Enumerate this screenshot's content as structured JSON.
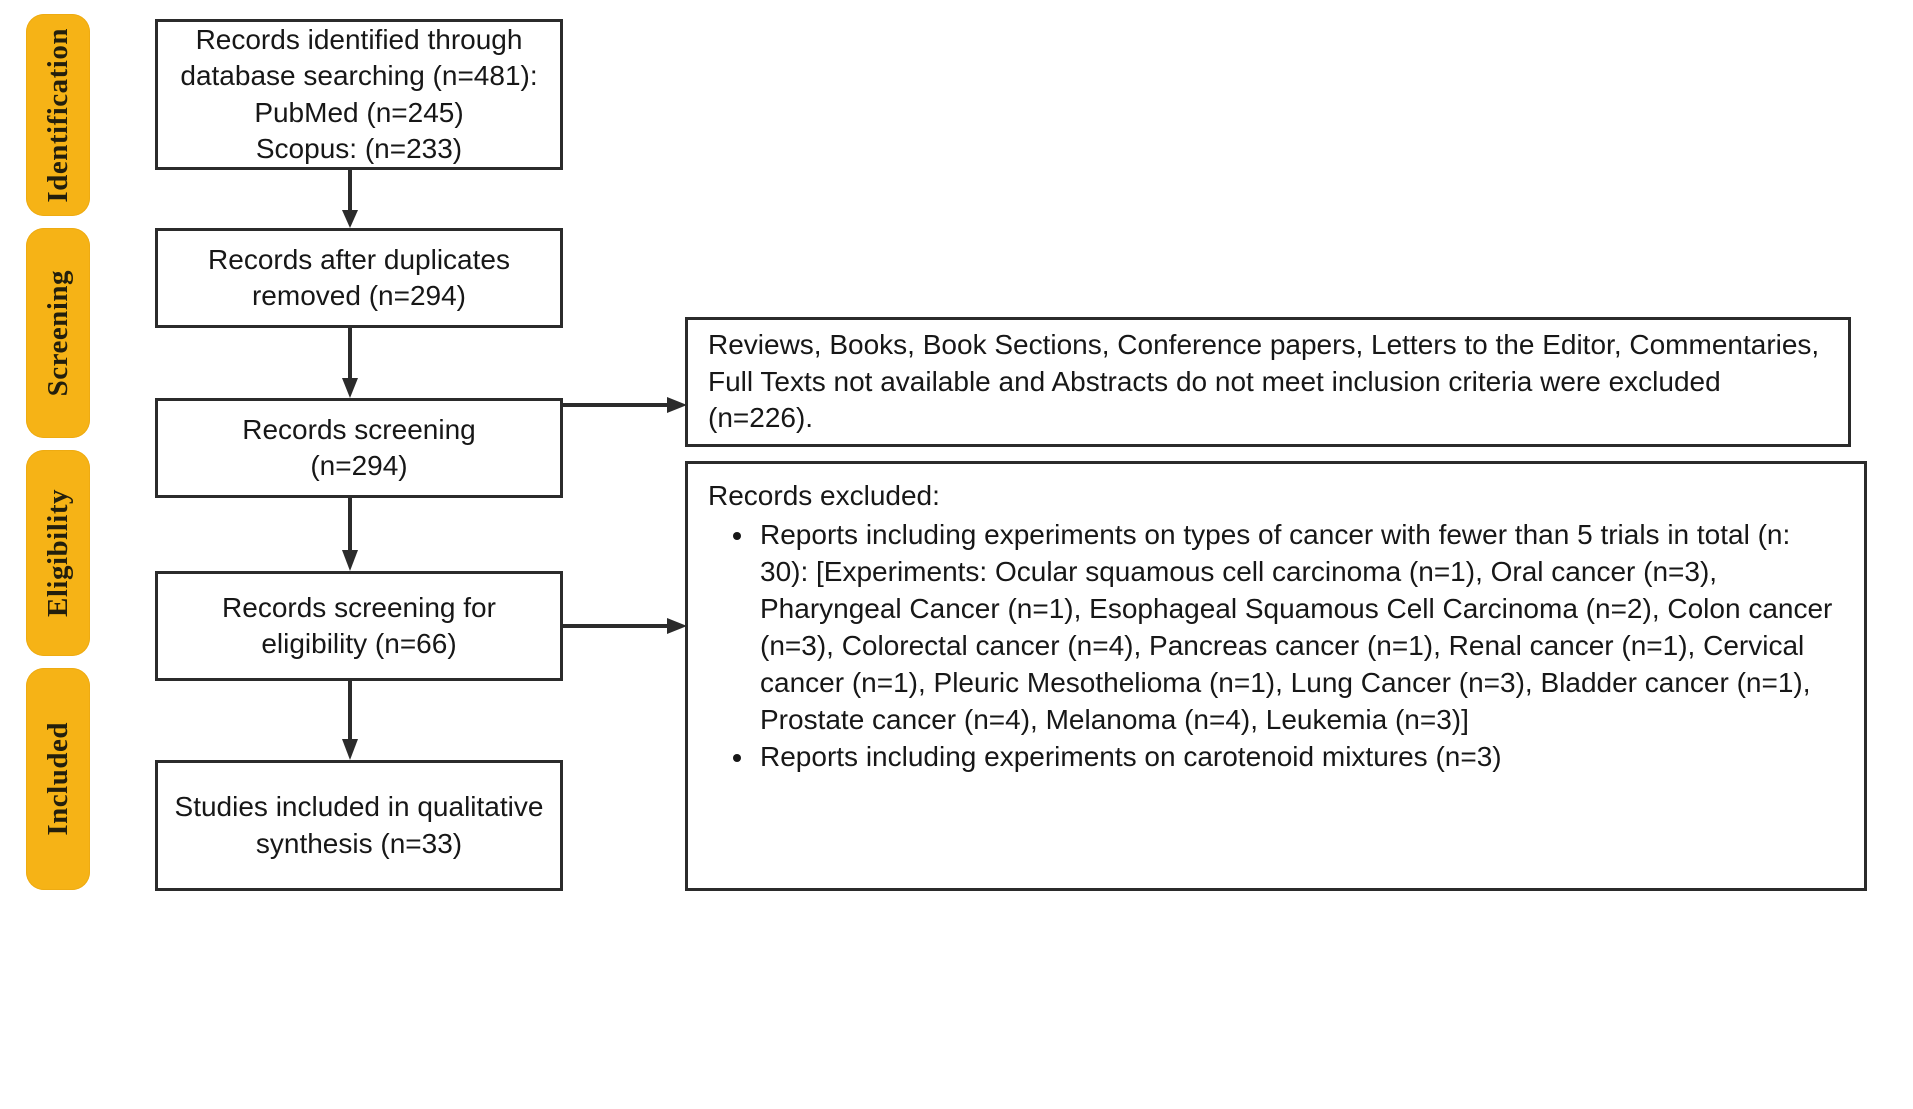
{
  "diagram": {
    "title": "PRISMA study selection flow diagram",
    "colors": {
      "stage_bar": "#F6B316",
      "box_border": "#2B2B2B",
      "text": "#171717",
      "background": "#FFFFFF"
    }
  },
  "stages": [
    {
      "id": "identification",
      "label": "Identification"
    },
    {
      "id": "screening",
      "label": "Screening"
    },
    {
      "id": "eligibility",
      "label": "Eligibility"
    },
    {
      "id": "included",
      "label": "Included"
    }
  ],
  "flow_boxes": [
    {
      "id": "records-identified",
      "text": "Records identified through\ndatabase searching (n=481):\nPubMed (n=245)\nScopus: (n=233)"
    },
    {
      "id": "records-after-duplicates",
      "text": "Records after duplicates\nremoved (n=294)"
    },
    {
      "id": "records-screening",
      "text": "Records screening\n(n=294)"
    },
    {
      "id": "records-screening-eligibility",
      "text": "Records screening for\neligibility (n=66)"
    },
    {
      "id": "studies-included",
      "text": "Studies included in qualitative\nsynthesis (n=33)"
    }
  ],
  "exclusion_notes": [
    {
      "id": "screening-exclusions",
      "text": "Reviews, Books, Book Sections, Conference papers, Letters to the Editor, Commentaries, Full Texts not available and Abstracts do not meet inclusion criteria were excluded (n=226)."
    }
  ],
  "records_excluded": {
    "id": "eligibility-exclusions",
    "lead": "Records excluded:",
    "bullets": [
      "Reports including experiments on types of cancer with fewer than 5 trials in total (n: 30): [Experiments: Ocular squamous cell carcinoma (n=1), Oral cancer (n=3), Pharyngeal Cancer (n=1), Esophageal Squamous Cell Carcinoma (n=2), Colon cancer (n=3), Colorectal cancer (n=4), Pancreas cancer (n=1), Renal cancer (n=1), Cervical cancer (n=1), Pleuric Mesothelioma (n=1), Lung Cancer (n=3), Bladder cancer (n=1), Prostate cancer (n=4), Melanoma (n=4), Leukemia (n=3)]",
      "Reports including experiments on carotenoid mixtures (n=3)"
    ]
  },
  "counts": {
    "identified_total": 481,
    "pubmed": 245,
    "scopus": 233,
    "after_duplicates": 294,
    "screened": 294,
    "screening_excluded": 226,
    "eligibility_assessed": 66,
    "excluded_few_trials": 30,
    "excluded_carotenoid_mixtures": 3,
    "included_qualitative": 33
  }
}
